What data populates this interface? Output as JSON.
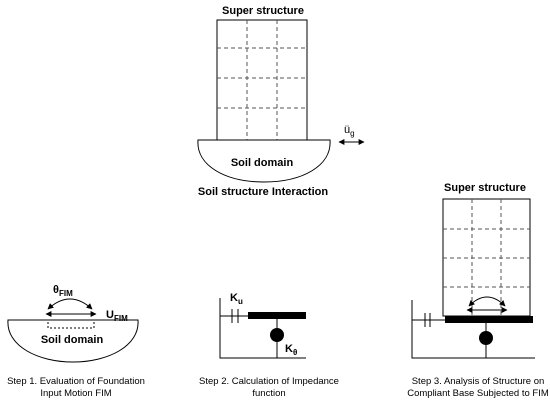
{
  "top": {
    "superstructure_label": "Super structure",
    "soil_label": "Soil domain",
    "motion_label_main": "ü",
    "motion_label_sub": "g",
    "caption": "Soil structure Interaction"
  },
  "step1": {
    "theta_main": "θ",
    "theta_sub": "FIM",
    "u_main": "U",
    "u_sub": "FIM",
    "soil_label": "Soil domain",
    "caption_line1": "Step 1. Evaluation of Foundation",
    "caption_line2": "Input Motion FIM"
  },
  "step2": {
    "ku_main": "K",
    "ku_sub": "u",
    "kt_main": "K",
    "kt_sub": "θ",
    "caption_line1": "Step 2. Calculation of Impedance",
    "caption_line2": "function"
  },
  "step3": {
    "superstructure_label": "Super structure",
    "caption_line1": "Step 3. Analysis of Structure on",
    "caption_line2": "Compliant Base Subjected to FIM"
  }
}
